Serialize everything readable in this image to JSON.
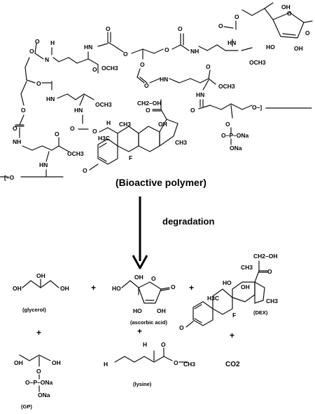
{
  "polymer": {
    "title": "(Bioactive polymer)",
    "atoms": {
      "H": "H",
      "N": "N",
      "NH": "NH",
      "HN": "HN",
      "O": "O",
      "OCH3": "OCH3",
      "CH3": "CH3",
      "CH2OH": "CH2–OH",
      "OH": "OH",
      "F": "F",
      "H3C": "H3C",
      "OPONa": "O–P–ONa",
      "ONa": "ONa",
      "HO": "HO",
      "bracket_r": "O–]",
      "bracket_l": "[–O"
    }
  },
  "arrow": {
    "label": "degradation"
  },
  "products": {
    "glycerol": {
      "label": "(glycerol)"
    },
    "ascorbic": {
      "label": "(ascorbic acid)"
    },
    "dex": {
      "label": "(DEX)"
    },
    "gp": {
      "label": "(GP)"
    },
    "lysine": {
      "label": "(lysine)"
    },
    "co2": {
      "label": "CO2"
    },
    "plus": "+"
  }
}
